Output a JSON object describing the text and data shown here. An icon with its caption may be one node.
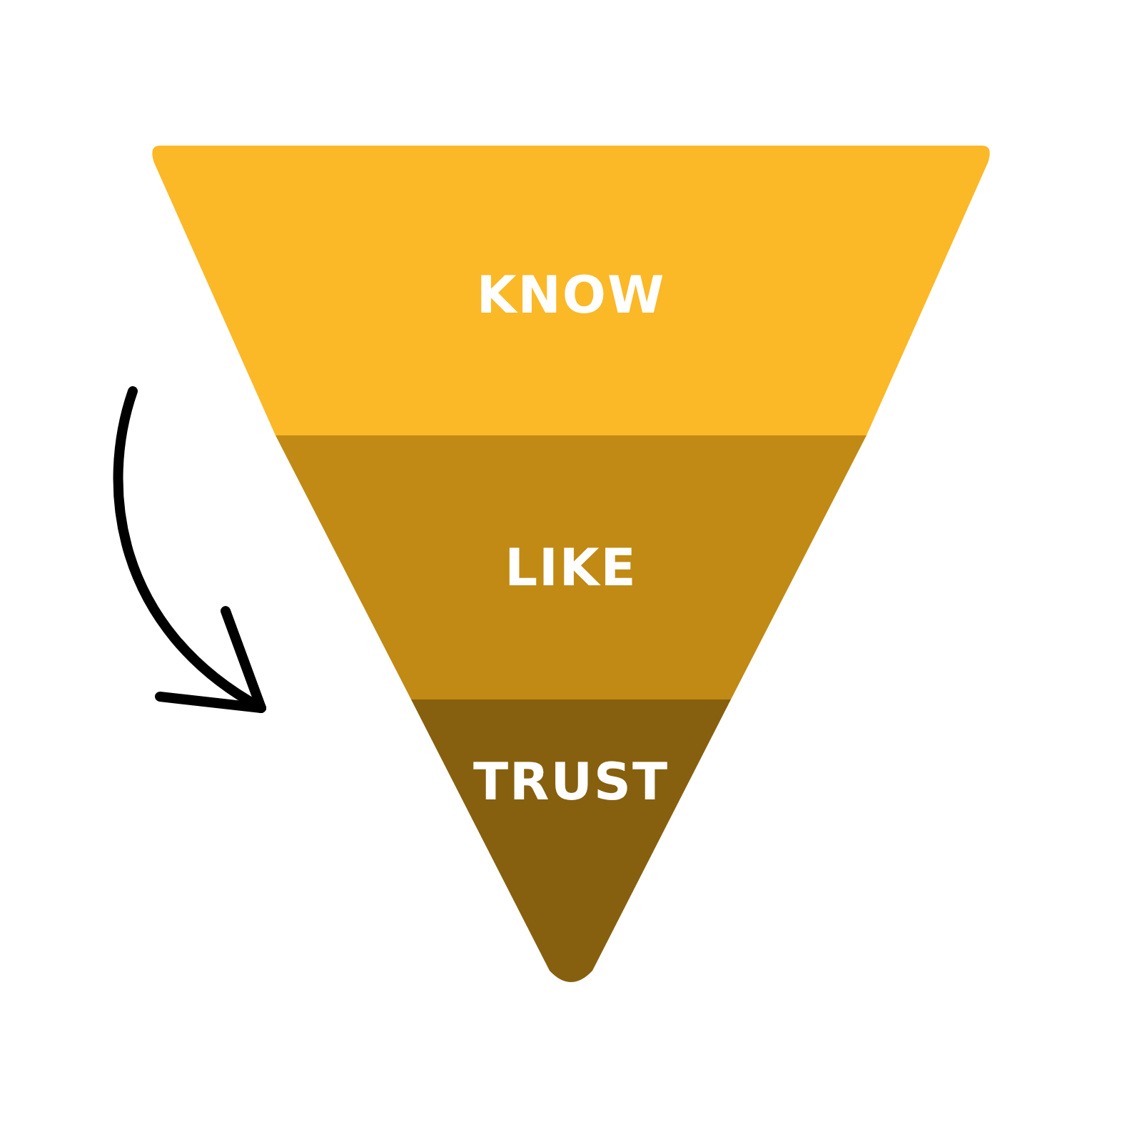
{
  "diagram": {
    "nodes": [
      {
        "text": [
          "KNOW"
        ]
      },
      {
        "text": [
          "LIKE"
        ]
      },
      {
        "text": [
          "TRUST"
        ]
      }
    ]
  }
}
